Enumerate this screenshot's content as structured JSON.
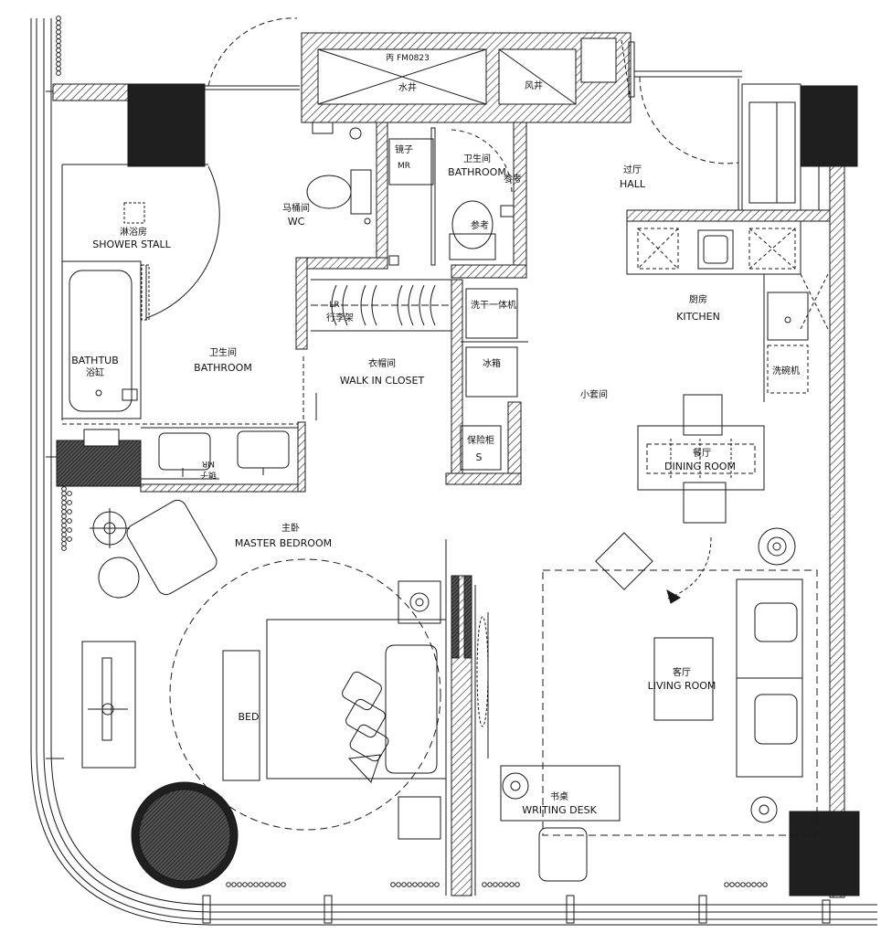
{
  "labels": {
    "shaft_code": "丙 FM0823",
    "water_shaft": "水井",
    "wind_shaft": "风井",
    "mirror_top": "镜子",
    "mirror_top_code": "MR",
    "bathroom_small_cn": "卫生间",
    "bathroom_small_en": "BATHROOM",
    "ref_top": "参考",
    "ref_toilet": "参考",
    "hall_cn": "过厅",
    "hall_en": "HALL",
    "wc_cn": "马桶间",
    "wc_en": "WC",
    "shower_cn": "淋浴房",
    "shower_en": "SHOWER STALL",
    "luggage_rack": "行李架",
    "luggage_code": "LR",
    "washer_dryer": "洗干一体机",
    "fridge": "冰箱",
    "kitchen_cn": "厨房",
    "kitchen_en": "KITCHEN",
    "dishwasher": "洗碗机",
    "bathtub_en": "BATHTUB",
    "bathtub_cn": "浴缸",
    "bathroom_cn": "卫生间",
    "bathroom_en": "BATHROOM",
    "closet_cn": "衣帽间",
    "closet_en": "WALK IN CLOSET",
    "suite_cn": "小套间",
    "safe_cn": "保险柜",
    "safe_code": "S",
    "dining_cn": "餐厅",
    "dining_en": "DINING ROOM",
    "mirror_vanity": "MR",
    "mirror_vanity_cn": "镜子",
    "master_cn": "主卧",
    "master_en": "MASTER BEDROOM",
    "living_cn": "客厅",
    "living_en": "LIVING ROOM",
    "bed": "BED",
    "desk_cn": "书桌",
    "desk_en": "WRITING DESK"
  },
  "colors": {
    "line": "#1a1a1a",
    "fill_dark": "#1f1f1f",
    "background": "#ffffff"
  }
}
